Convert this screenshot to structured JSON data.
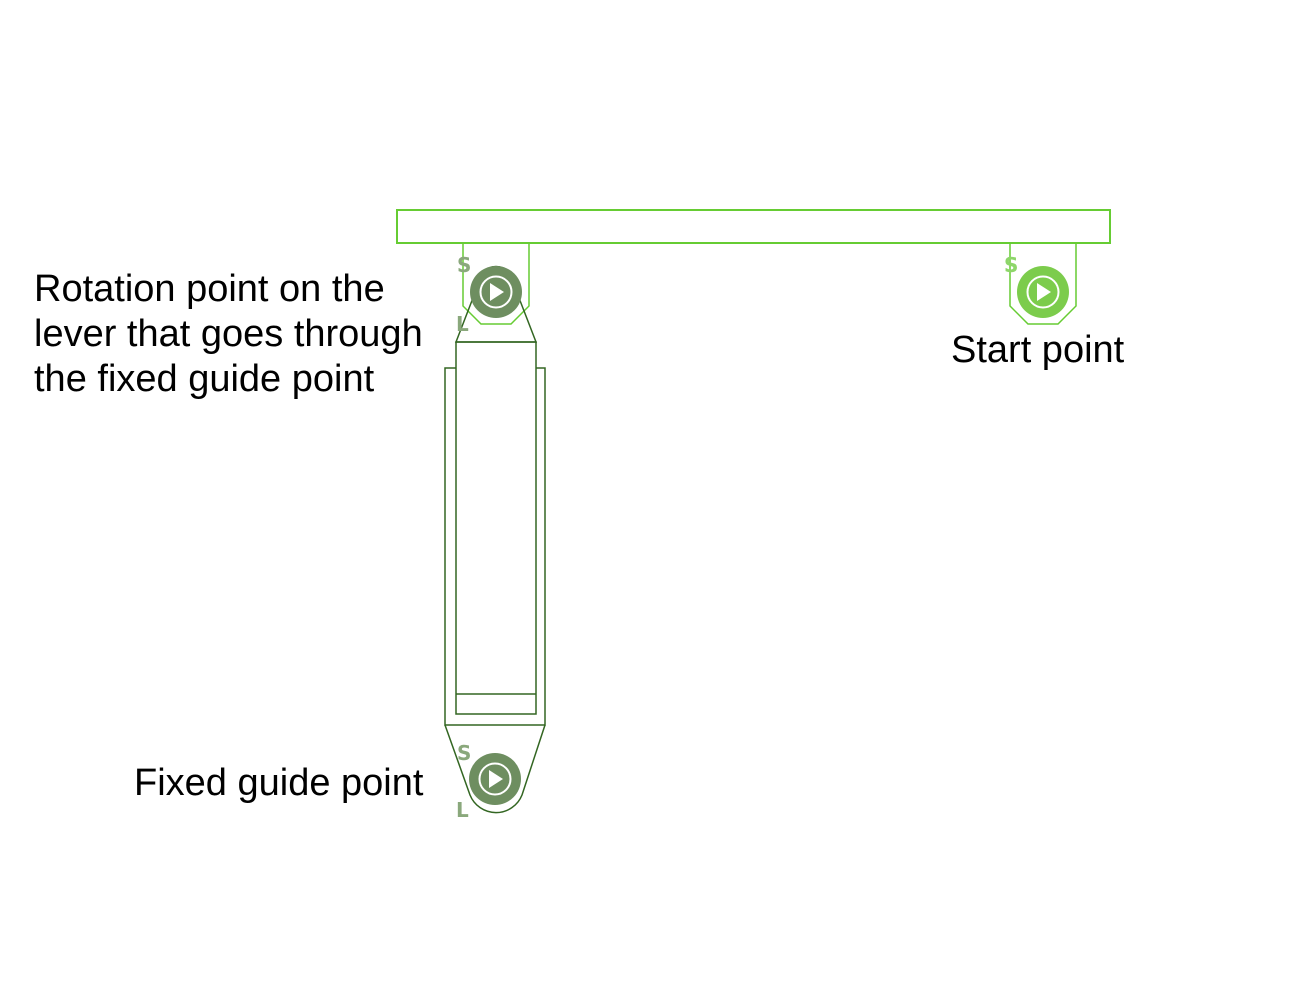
{
  "labels": {
    "rotation_point": [
      "Rotation point on the",
      "lever that goes through",
      "the fixed guide point"
    ],
    "start_point": "Start point",
    "fixed_guide_point": "Fixed guide point"
  },
  "markers": {
    "s_letter": "S",
    "l_letter": "L",
    "play_icon": "play-icon"
  },
  "colors": {
    "light_green": "#66cc33",
    "dark_green": "#336622",
    "grey_green_fill": "#6e8e60",
    "start_fill": "#7ccc4c",
    "letter_grey_green": "#8aa87c",
    "letter_light_green": "#8ed66a"
  }
}
